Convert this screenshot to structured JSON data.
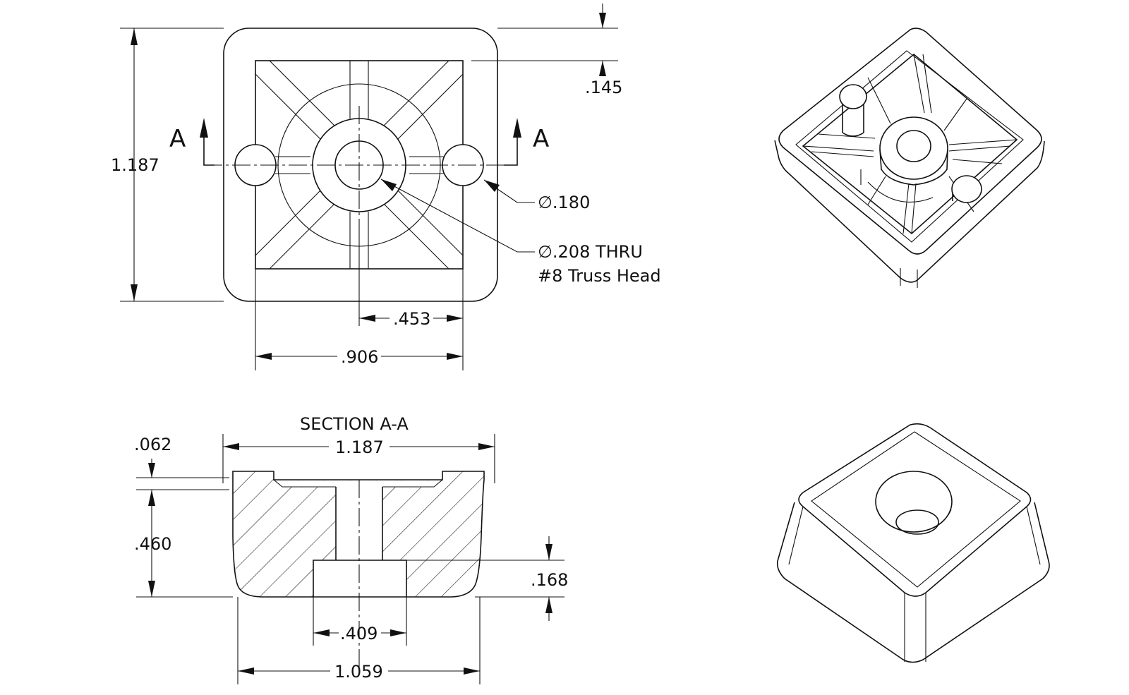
{
  "labels": {
    "section_a_left": "A",
    "section_a_right": "A",
    "section_title": "SECTION A-A"
  },
  "dimensions": {
    "top_height": "1.187",
    "top_wall": ".145",
    "top_pin_dia": "∅.180",
    "top_hole_dia": "∅.208 THRU",
    "top_hole_note": "#8 Truss Head",
    "top_half_width": ".453",
    "top_inner_width": ".906",
    "sec_rim": ".062",
    "sec_top_width": "1.187",
    "sec_height": ".460",
    "sec_cbore_depth": ".168",
    "sec_cbore_dia": ".409",
    "sec_base_width": "1.059"
  },
  "colors": {
    "line": "#111111",
    "background": "#ffffff"
  }
}
